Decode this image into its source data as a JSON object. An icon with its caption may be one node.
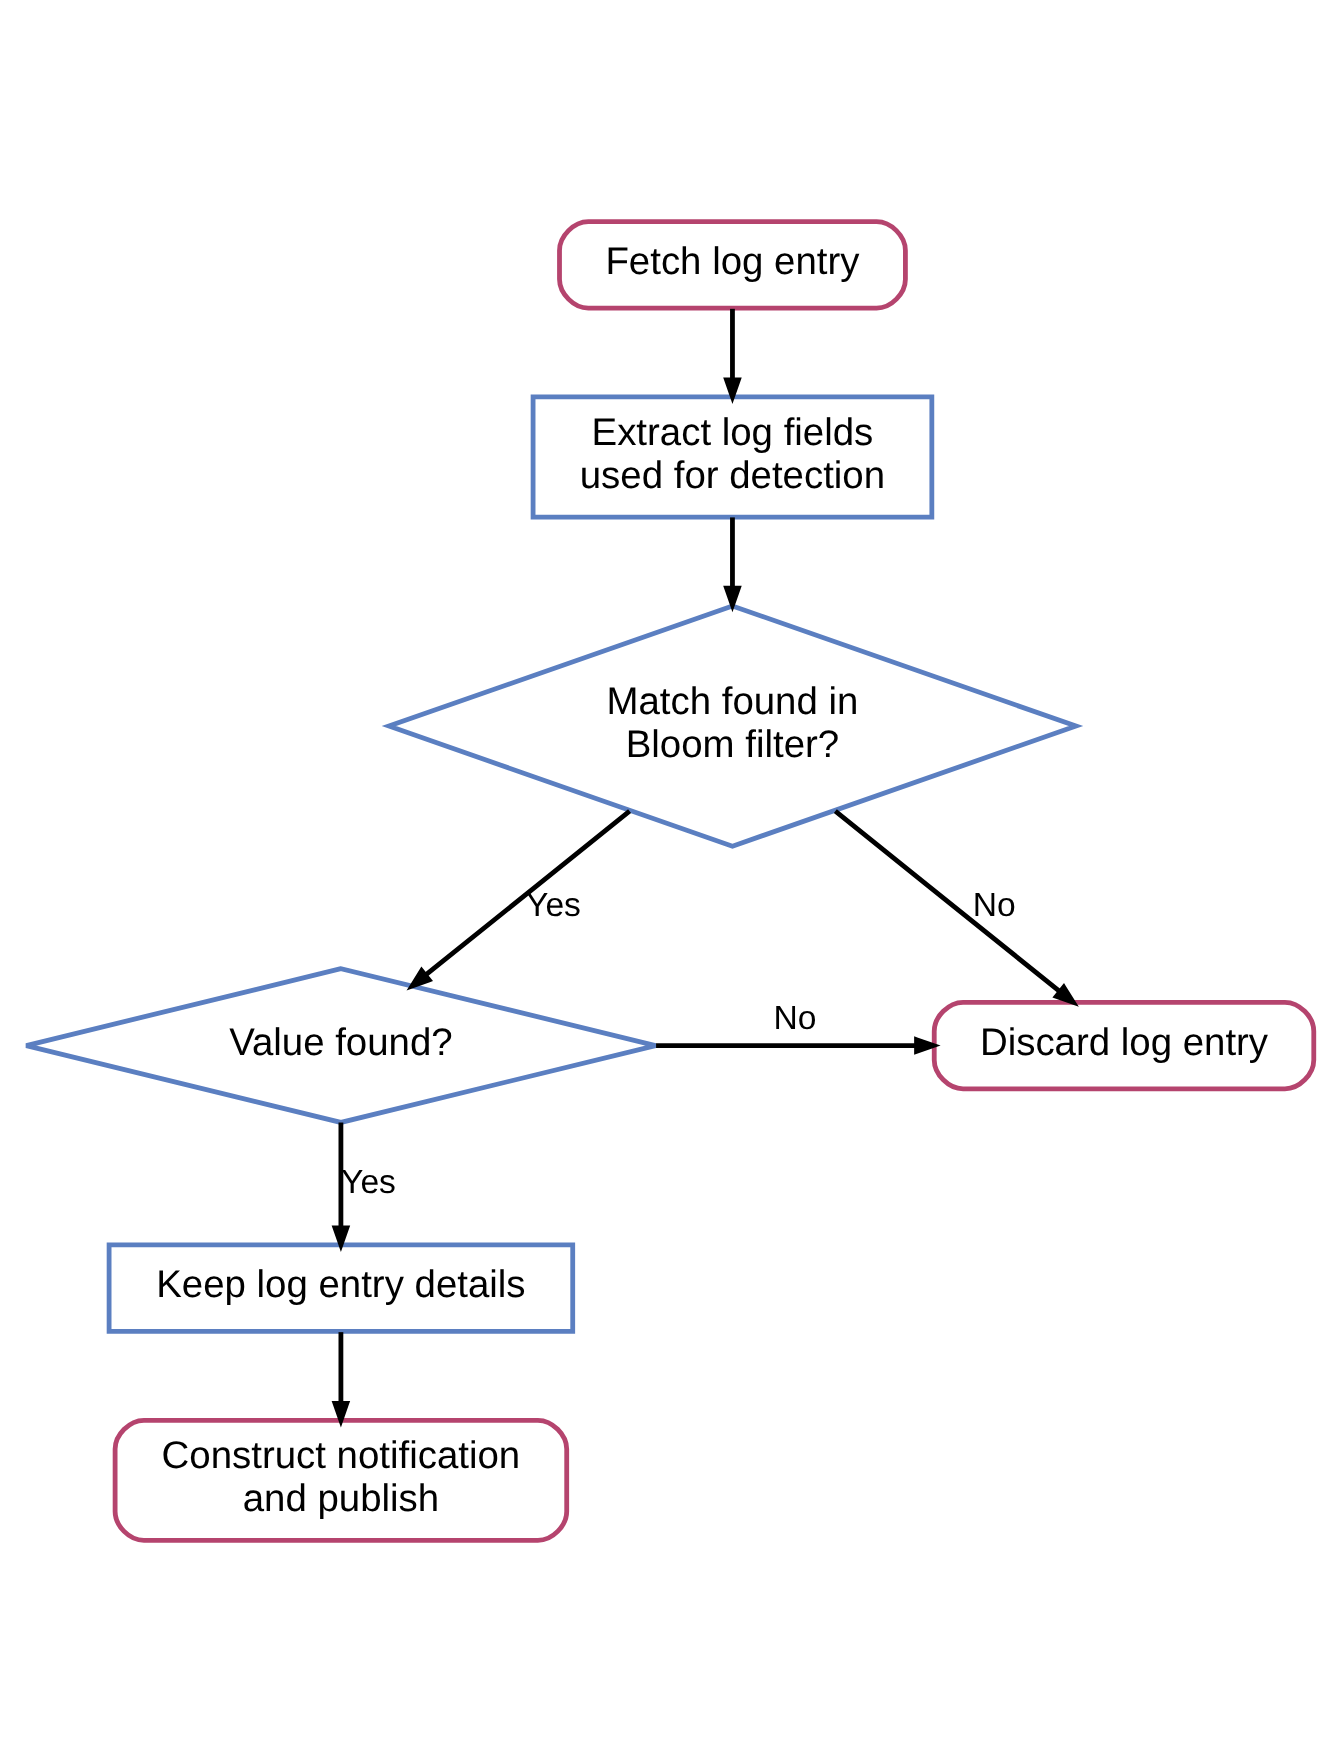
{
  "diagram": {
    "nodes": [
      {
        "text": [
          "Fetch log entry"
        ]
      },
      {
        "text": [
          "Extract log fields used for detection"
        ]
      },
      {
        "text": [
          "Match found in Bloom filter?"
        ]
      },
      {
        "text": [
          "Value found?"
        ]
      },
      {
        "text": [
          "Discard log entry"
        ]
      },
      {
        "text": [
          "Keep log entry details"
        ]
      },
      {
        "text": [
          "Construct notification and publish"
        ]
      }
    ],
    "edges": [
      {
        "from": 0,
        "to": 1,
        "arrow": "to"
      },
      {
        "from": 1,
        "to": 2,
        "arrow": "to"
      },
      {
        "from": 2,
        "to": 3,
        "arrow": "to",
        "label": "Yes"
      },
      {
        "from": 2,
        "to": 4,
        "arrow": "to",
        "label": "No"
      },
      {
        "from": 3,
        "to": 4,
        "arrow": "to",
        "label": "No"
      },
      {
        "from": 3,
        "to": 5,
        "arrow": "to",
        "label": "Yes"
      },
      {
        "from": 5,
        "to": 6,
        "arrow": "to"
      }
    ]
  }
}
